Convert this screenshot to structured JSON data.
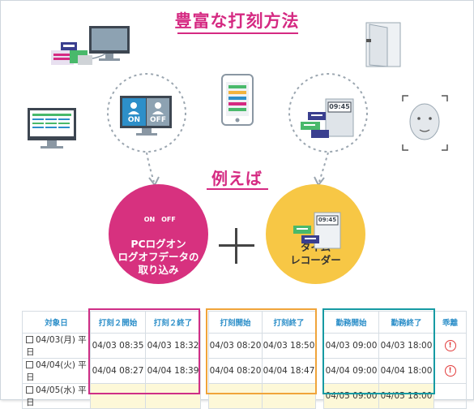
{
  "title": "豊富な打刻方法",
  "subtitle": "例えば",
  "pc_method": {
    "on_label": "ON",
    "off_label": "OFF",
    "lines": [
      "PCログオン",
      "ログオフデータの",
      "取り込み"
    ]
  },
  "recorder_method": {
    "clock_time": "09:45",
    "lines": [
      "タイム",
      "レコーダー"
    ]
  },
  "plus": "+",
  "table": {
    "headers": [
      "対象日",
      "打刻２開始",
      "打刻２終了",
      "打刻開始",
      "打刻終了",
      "勤務開始",
      "勤務終了",
      "乖離"
    ],
    "rows": [
      {
        "date": "04/03(月) 平日",
        "p2s": "04/03 08:35",
        "p2e": "04/03 18:32",
        "ps": "04/03 08:20",
        "pe": "04/03 18:50",
        "ws": "04/03 09:00",
        "we": "04/03 18:00",
        "warn": "!"
      },
      {
        "date": "04/04(火) 平日",
        "p2s": "04/04 08:27",
        "p2e": "04/04 18:39",
        "ps": "04/04 08:20",
        "pe": "04/04 18:47",
        "ws": "04/04 09:00",
        "we": "04/04 18:00",
        "warn": "!"
      },
      {
        "date": "04/05(水) 平日",
        "p2s": "",
        "p2e": "",
        "ps": "",
        "pe": "",
        "ws": "04/05 09:00",
        "we": "04/05 18:00",
        "warn": ""
      }
    ]
  },
  "colors": {
    "accent": "#d52a82",
    "pc_circle": "#d7317f",
    "recorder_circle": "#f7c745",
    "highlight_pink": "#cf2e86",
    "highlight_orange": "#f0a43a",
    "highlight_teal": "#169aa3",
    "header_text": "#2d8fc9"
  }
}
